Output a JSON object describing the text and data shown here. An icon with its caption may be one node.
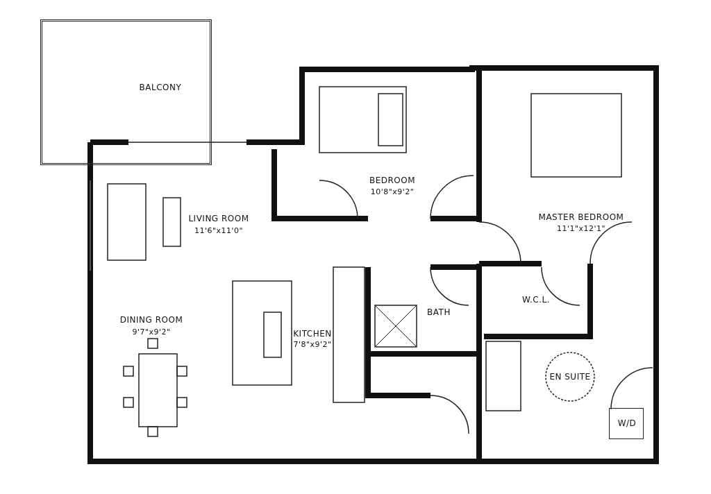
{
  "diagram": {
    "nodes": [
      {
        "text": [
          "BALCONY"
        ]
      },
      {
        "text": [
          "BEDROOM",
          "10'8\"x9'2\""
        ]
      },
      {
        "text": [
          "MASTER BEDROOM",
          "11'1\"x12'1\""
        ]
      },
      {
        "text": [
          "LIVING ROOM",
          "11'6\"x11'0\""
        ]
      },
      {
        "text": [
          "DINING ROOM",
          "9'7\"x9'2\""
        ]
      },
      {
        "text": [
          "KITCHEN",
          "7'8\"x9'2\""
        ]
      },
      {
        "text": [
          "BATH"
        ]
      },
      {
        "text": [
          "W.C.L."
        ]
      },
      {
        "text": [
          "EN SUITE"
        ]
      },
      {
        "text": [
          "W/D"
        ],
        "in": 8
      }
    ]
  }
}
